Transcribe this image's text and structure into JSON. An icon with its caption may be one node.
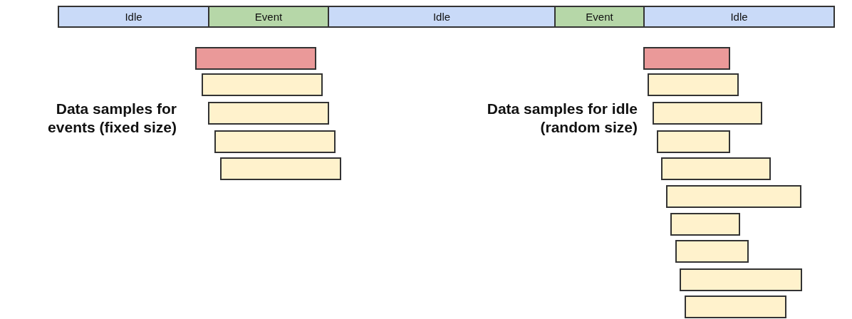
{
  "diagram": {
    "nodes": [
      {
        "text": [
          "Idle"
        ]
      },
      {
        "text": [
          "Event"
        ]
      },
      {
        "text": [
          "Idle"
        ]
      },
      {
        "text": [
          "Event"
        ]
      },
      {
        "text": [
          "Idle"
        ]
      },
      {
        "text": [],
        "shape": "bar"
      },
      {
        "text": [],
        "shape": "bar"
      },
      {
        "text": [],
        "shape": "bar"
      },
      {
        "text": [],
        "shape": "bar"
      },
      {
        "text": [],
        "shape": "bar"
      },
      {
        "text": [],
        "shape": "bar"
      },
      {
        "text": [],
        "shape": "bar"
      },
      {
        "text": [],
        "shape": "bar"
      },
      {
        "text": [],
        "shape": "bar"
      },
      {
        "text": [],
        "shape": "bar"
      },
      {
        "text": [],
        "shape": "bar"
      },
      {
        "text": [],
        "shape": "bar"
      },
      {
        "text": [],
        "shape": "bar"
      },
      {
        "text": [],
        "shape": "bar"
      },
      {
        "text": [],
        "shape": "bar"
      }
    ],
    "edges": [],
    "labels": [
      "Data samples for events (fixed size)",
      "Data samples for idle (random size)"
    ]
  }
}
